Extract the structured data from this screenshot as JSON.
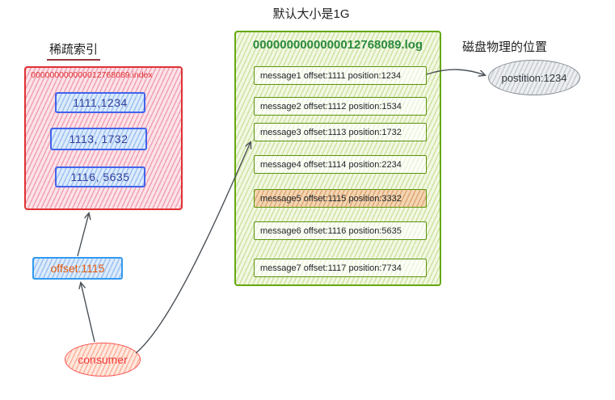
{
  "titles": {
    "log_size": "默认大小是1G",
    "sparse_index": "稀疏索引",
    "disk_position": "磁盘物理的位置"
  },
  "index_box": {
    "filename": "000000000000012768089.index",
    "entries": [
      "1111,1234",
      "1113, 1732",
      "1116, 5635"
    ]
  },
  "log_box": {
    "filename": "0000000000000012768089.log",
    "messages": [
      "message1 offset:1111 position:1234",
      "message2 offset:1112 position:1534",
      "message3 offset:1113 position:1732",
      "message4 offset:1114 position:2234",
      "message5 offset:1115 position:3332",
      "message6 offset:1116 position:5635",
      "message7 offset:1117 position:7734"
    ],
    "highlighted_message_index": 4
  },
  "position_ellipse": {
    "label": "postition:1234"
  },
  "offset_box": {
    "label": "offset:1115"
  },
  "consumer": {
    "label": "consumer"
  },
  "colors": {
    "index_border": "#e03131",
    "index_entry_border": "#4263eb",
    "log_border": "#66a80f",
    "log_title_text": "#2b8a3e",
    "highlight_fill": "#f0c894",
    "offset_box_border": "#339af0",
    "offset_text": "#e8590c",
    "consumer_accent": "#fa5252",
    "position_ellipse_border": "#868e96",
    "arrow": "#495057"
  }
}
